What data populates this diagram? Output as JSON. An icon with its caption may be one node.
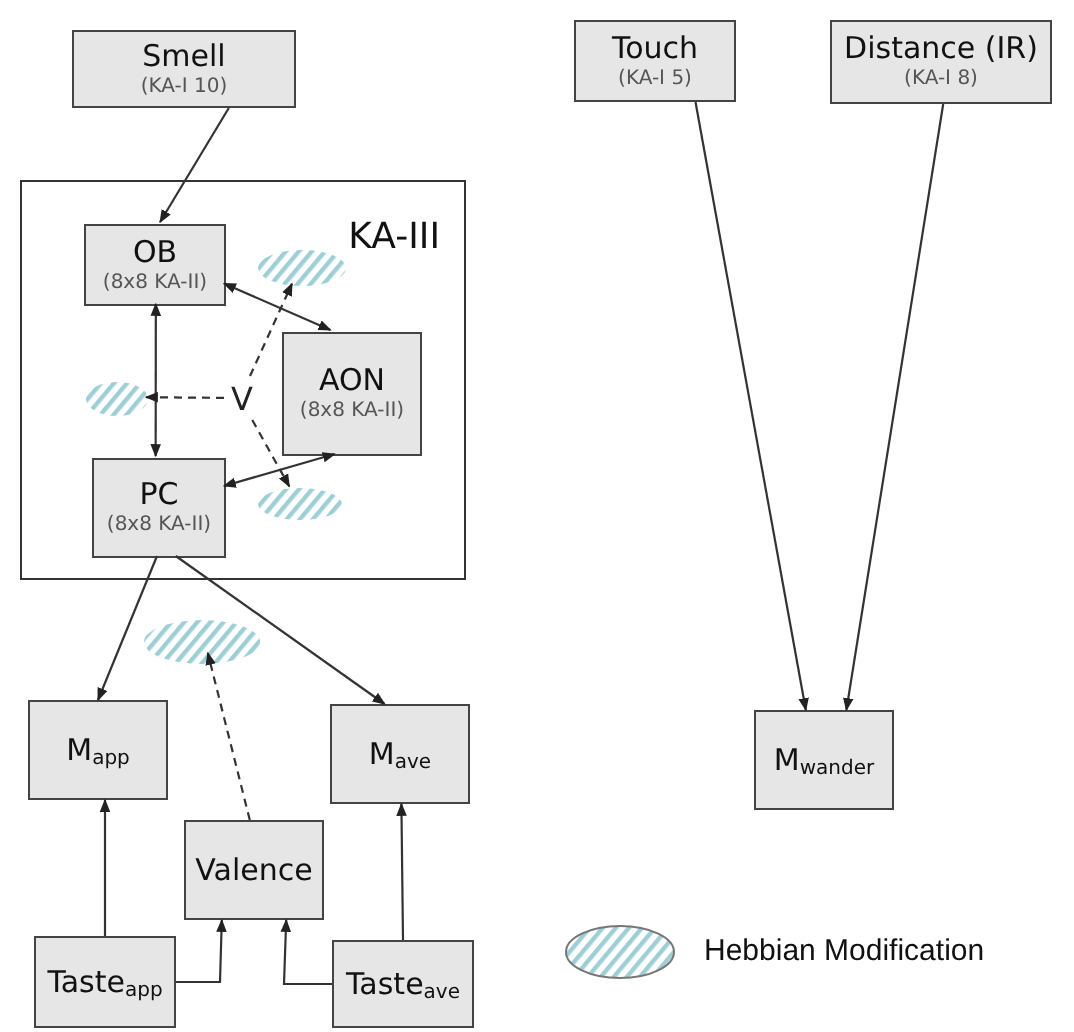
{
  "diagram": {
    "nodes": [
      {
        "text": [
          "Smell",
          "(KA-I 10)"
        ]
      },
      {
        "text": [
          "Touch",
          "(KA-I 5)"
        ]
      },
      {
        "text": [
          "Distance (IR)",
          "(KA-I 8)"
        ]
      },
      {
        "text": [
          "KA-III"
        ]
      },
      {
        "text": [
          "OB",
          "(8x8 KA-II)"
        ],
        "in": 3
      },
      {
        "text": [],
        "shape": "ellipse",
        "in": 3
      },
      {
        "text": [
          "AON",
          "(8x8 KA-II)"
        ],
        "in": 3
      },
      {
        "text": [],
        "shape": "ellipse",
        "in": 3
      },
      {
        "text": [
          "V"
        ],
        "in": 3
      },
      {
        "text": [],
        "shape": "ellipse",
        "in": 3
      },
      {
        "text": [
          "PC",
          "(8x8 KA-II)"
        ],
        "in": 3
      },
      {
        "text": [],
        "shape": "ellipse"
      },
      {
        "text": [
          "M$_{app}$"
        ]
      },
      {
        "text": [
          "M$_{ave}$"
        ]
      },
      {
        "text": [
          "M$_{wander}$"
        ]
      },
      {
        "text": [
          "Valence"
        ]
      },
      {
        "text": [
          "Taste$_{app}$"
        ]
      },
      {
        "text": [
          "Taste$_{ave}$"
        ]
      }
    ],
    "edges": [
      {
        "from": 0,
        "to": 4,
        "arrow": "to"
      },
      {
        "from": 4,
        "to": 6,
        "arrow": "both"
      },
      {
        "from": 4,
        "to": 10,
        "arrow": "both"
      },
      {
        "from": 10,
        "to": 6,
        "arrow": "both"
      },
      {
        "from": 8,
        "to": 5,
        "arrow": "to",
        "style": "dashed"
      },
      {
        "from": 8,
        "to": 7,
        "arrow": "to",
        "style": "dashed"
      },
      {
        "from": 8,
        "to": 9,
        "arrow": "to",
        "style": "dashed"
      },
      {
        "from": 10,
        "to": 12,
        "arrow": "to"
      },
      {
        "from": 10,
        "to": 13,
        "arrow": "to"
      },
      {
        "from": 16,
        "to": 12,
        "arrow": "to"
      },
      {
        "from": 16,
        "to": 15,
        "arrow": "to"
      },
      {
        "from": 17,
        "to": 15,
        "arrow": "to"
      },
      {
        "from": 17,
        "to": 13,
        "arrow": "to"
      },
      {
        "from": 15,
        "to": 11,
        "arrow": "to",
        "style": "dashed"
      },
      {
        "from": 1,
        "to": 14,
        "arrow": "to"
      },
      {
        "from": 2,
        "to": 14,
        "arrow": "to"
      }
    ],
    "legend": [
      {
        "text": "Hebbian Modification"
      }
    ]
  }
}
